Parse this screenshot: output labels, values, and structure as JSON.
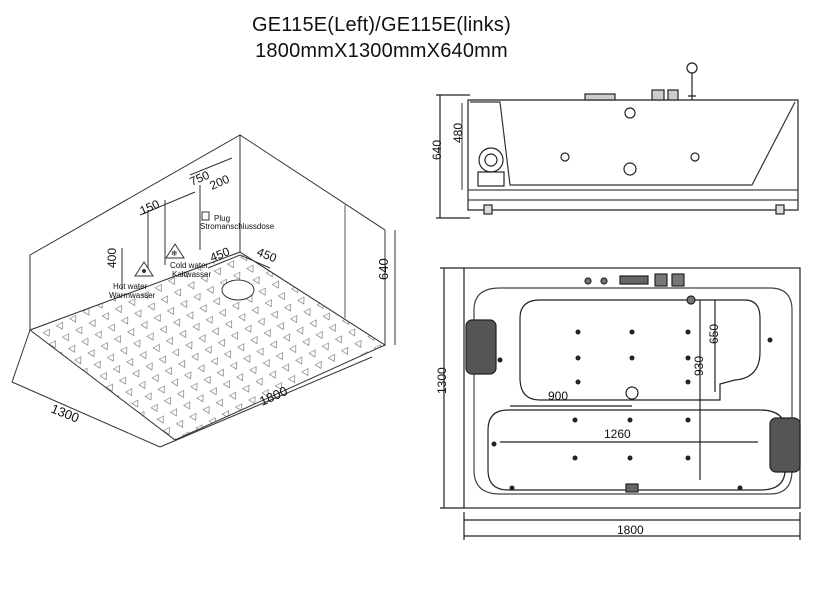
{
  "header": {
    "model": "GE115E(Left)/GE115E(links)",
    "size": "1800mmX1300mmX640mm"
  },
  "iso_view": {
    "dim_150": "150",
    "dim_750": "750",
    "dim_200": "200",
    "dim_400": "400",
    "dim_450a": "450",
    "dim_450b": "450",
    "dim_640": "640",
    "dim_1300": "1300",
    "dim_1800": "1800",
    "plug_label": "Plug",
    "plug_label_de": "Stromanschlussdose",
    "cold_label": "Cold water",
    "cold_label_de": "Kaltwasser",
    "hot_label": "Hot water",
    "hot_label_de": "Warmwasser"
  },
  "side_view": {
    "dim_640": "640",
    "dim_480": "480"
  },
  "top_view": {
    "dim_1300": "1300",
    "dim_650": "650",
    "dim_930": "930",
    "dim_900": "900",
    "dim_1260": "1260",
    "dim_1800": "1800"
  }
}
